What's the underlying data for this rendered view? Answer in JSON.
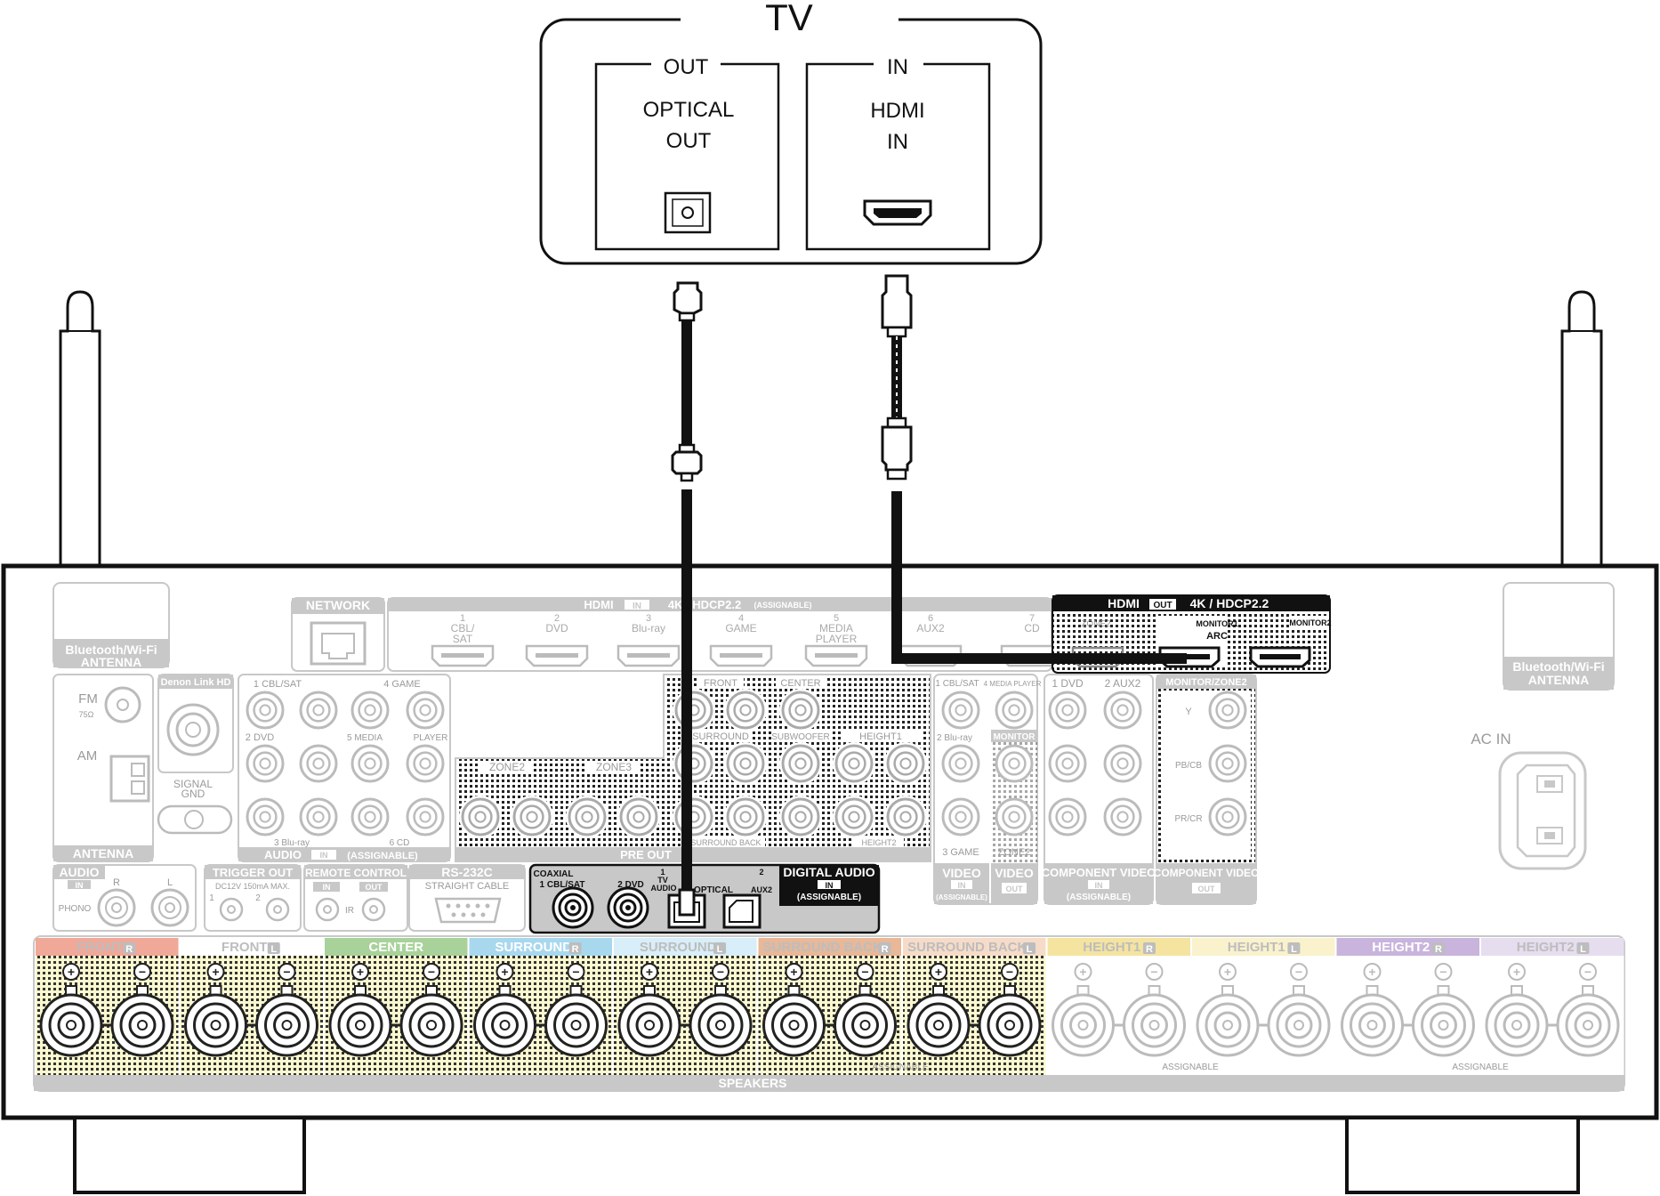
{
  "tv": {
    "title": "TV",
    "out_label": "OUT",
    "optical_out_line1": "OPTICAL",
    "optical_out_line2": "OUT",
    "in_label": "IN",
    "hdmi_in_line1": "HDMI",
    "hdmi_in_line2": "IN"
  },
  "receiver": {
    "bt_antenna_left": [
      "Bluetooth/Wi-Fi",
      "ANTENNA"
    ],
    "bt_antenna_right": [
      "Bluetooth/Wi-Fi",
      "ANTENNA"
    ],
    "network": "NETWORK",
    "hdmi_in_header": "HDMI",
    "hdmi_in_badge": "IN",
    "hdmi_in_spec": "4K / HDCP2.2",
    "hdmi_in_assignable": "(ASSIGNABLE)",
    "hdmi_inputs": [
      {
        "num": "1",
        "name": "CBL/",
        "name2": "SAT"
      },
      {
        "num": "2",
        "name": "DVD",
        "name2": ""
      },
      {
        "num": "3",
        "name": "Blu-ray",
        "name2": ""
      },
      {
        "num": "4",
        "name": "GAME",
        "name2": ""
      },
      {
        "num": "5",
        "name": "MEDIA",
        "name2": "PLAYER"
      },
      {
        "num": "6",
        "name": "AUX2",
        "name2": ""
      },
      {
        "num": "7",
        "name": "CD",
        "name2": ""
      }
    ],
    "hdmi_out_header": "HDMI",
    "hdmi_out_badge": "OUT",
    "hdmi_out_spec": "4K / HDCP2.2",
    "hdmi_out_zone2": "ZONE2",
    "hdmi_out_monitor1": "MONITOR1",
    "hdmi_out_arc": "ARC",
    "hdmi_out_monitor2": "MONITOR2",
    "fm": "FM",
    "fm_ohm": "75Ω",
    "am": "AM",
    "antenna": "ANTENNA",
    "denon_link": "Denon Link HD",
    "signal_gnd": [
      "SIGNAL",
      "GND"
    ],
    "audio_in_labels": [
      "1 CBL/SAT",
      "4 GAME",
      "2 DVD",
      "5 MEDIA",
      "PLAYER",
      "3 Blu-ray",
      "6 CD"
    ],
    "audio_footer": "AUDIO",
    "audio_footer_badge": "IN",
    "audio_footer_assignable": "(ASSIGNABLE)",
    "zone2": "ZONE2",
    "zone3": "ZONE3",
    "pre_out": "PRE OUT",
    "preout_labels": [
      "FRONT",
      "CENTER",
      "SURROUND",
      "SUBWOOFER",
      "HEIGHT1",
      "SURROUND BACK",
      "HEIGHT2"
    ],
    "video_in_labels": [
      "1 CBL/SAT",
      "4 MEDIA PLAYER",
      "2 Blu-ray",
      "3 GAME"
    ],
    "monitor": "MONITOR",
    "zone2_video": "ZONE2",
    "video_in": "VIDEO",
    "video_in_badge": "IN",
    "video_in_assignable": "(ASSIGNABLE)",
    "video_out": "VIDEO",
    "video_out_badge": "OUT",
    "component_in_labels": [
      "1 DVD",
      "2 AUX2"
    ],
    "component_in": "COMPONENT VIDEO",
    "component_in_badge": "IN",
    "component_in_assignable": "(ASSIGNABLE)",
    "monitor_zone2": "MONITOR/ZONE2",
    "component_y": "Y",
    "component_pb": "PB/CB",
    "component_pr": "PR/CR",
    "component_out": "COMPONENT VIDEO",
    "component_out_badge": "OUT",
    "ac_in": "AC IN",
    "phono_audio": "AUDIO",
    "phono_in": "IN",
    "phono_r": "R",
    "phono_l": "L",
    "phono": "PHONO",
    "trigger_out": "TRIGGER OUT",
    "trigger_spec": "DC12V 150mA MAX.",
    "trigger_1": "1",
    "trigger_2": "2",
    "remote_control": "REMOTE CONTROL",
    "remote_in": "IN",
    "remote_out": "OUT",
    "remote_ir": "IR",
    "rs232c": "RS-232C",
    "straight_cable": "STRAIGHT CABLE",
    "coaxial": "COAXIAL",
    "coaxial_1": "1 CBL/SAT",
    "coaxial_2": "2 DVD",
    "optical_1_num": "1",
    "optical_1_tv": "TV",
    "optical_1_audio": "AUDIO",
    "optical": "OPTICAL",
    "optical_2_num": "2",
    "optical_2_aux": "AUX2",
    "digital_audio": "DIGITAL AUDIO",
    "digital_audio_badge": "IN",
    "digital_audio_assignable": "(ASSIGNABLE)",
    "speaker_labels": [
      {
        "text": "FRONT",
        "side": "R",
        "color": "#f0a898"
      },
      {
        "text": "FRONT",
        "side": "L",
        "color": "#ffffff"
      },
      {
        "text": "CENTER",
        "side": "",
        "color": "#a8d29a"
      },
      {
        "text": "SURROUND",
        "side": "R",
        "color": "#a8d8ee"
      },
      {
        "text": "SURROUND",
        "side": "L",
        "color": "#d8eef8"
      },
      {
        "text": "SURROUND BACK",
        "side": "R",
        "color": "#e8b898"
      },
      {
        "text": "SURROUND BACK",
        "side": "L",
        "color": "#f6dcc8"
      },
      {
        "text": "HEIGHT1",
        "side": "R",
        "color": "#f4e4a0"
      },
      {
        "text": "HEIGHT1",
        "side": "L",
        "color": "#faf2cc"
      },
      {
        "text": "HEIGHT2",
        "side": "R",
        "color": "#c8b4dc"
      },
      {
        "text": "HEIGHT2",
        "side": "L",
        "color": "#e6ddef"
      }
    ],
    "assignable": "ASSIGNABLE",
    "speakers": "SPEAKERS"
  }
}
